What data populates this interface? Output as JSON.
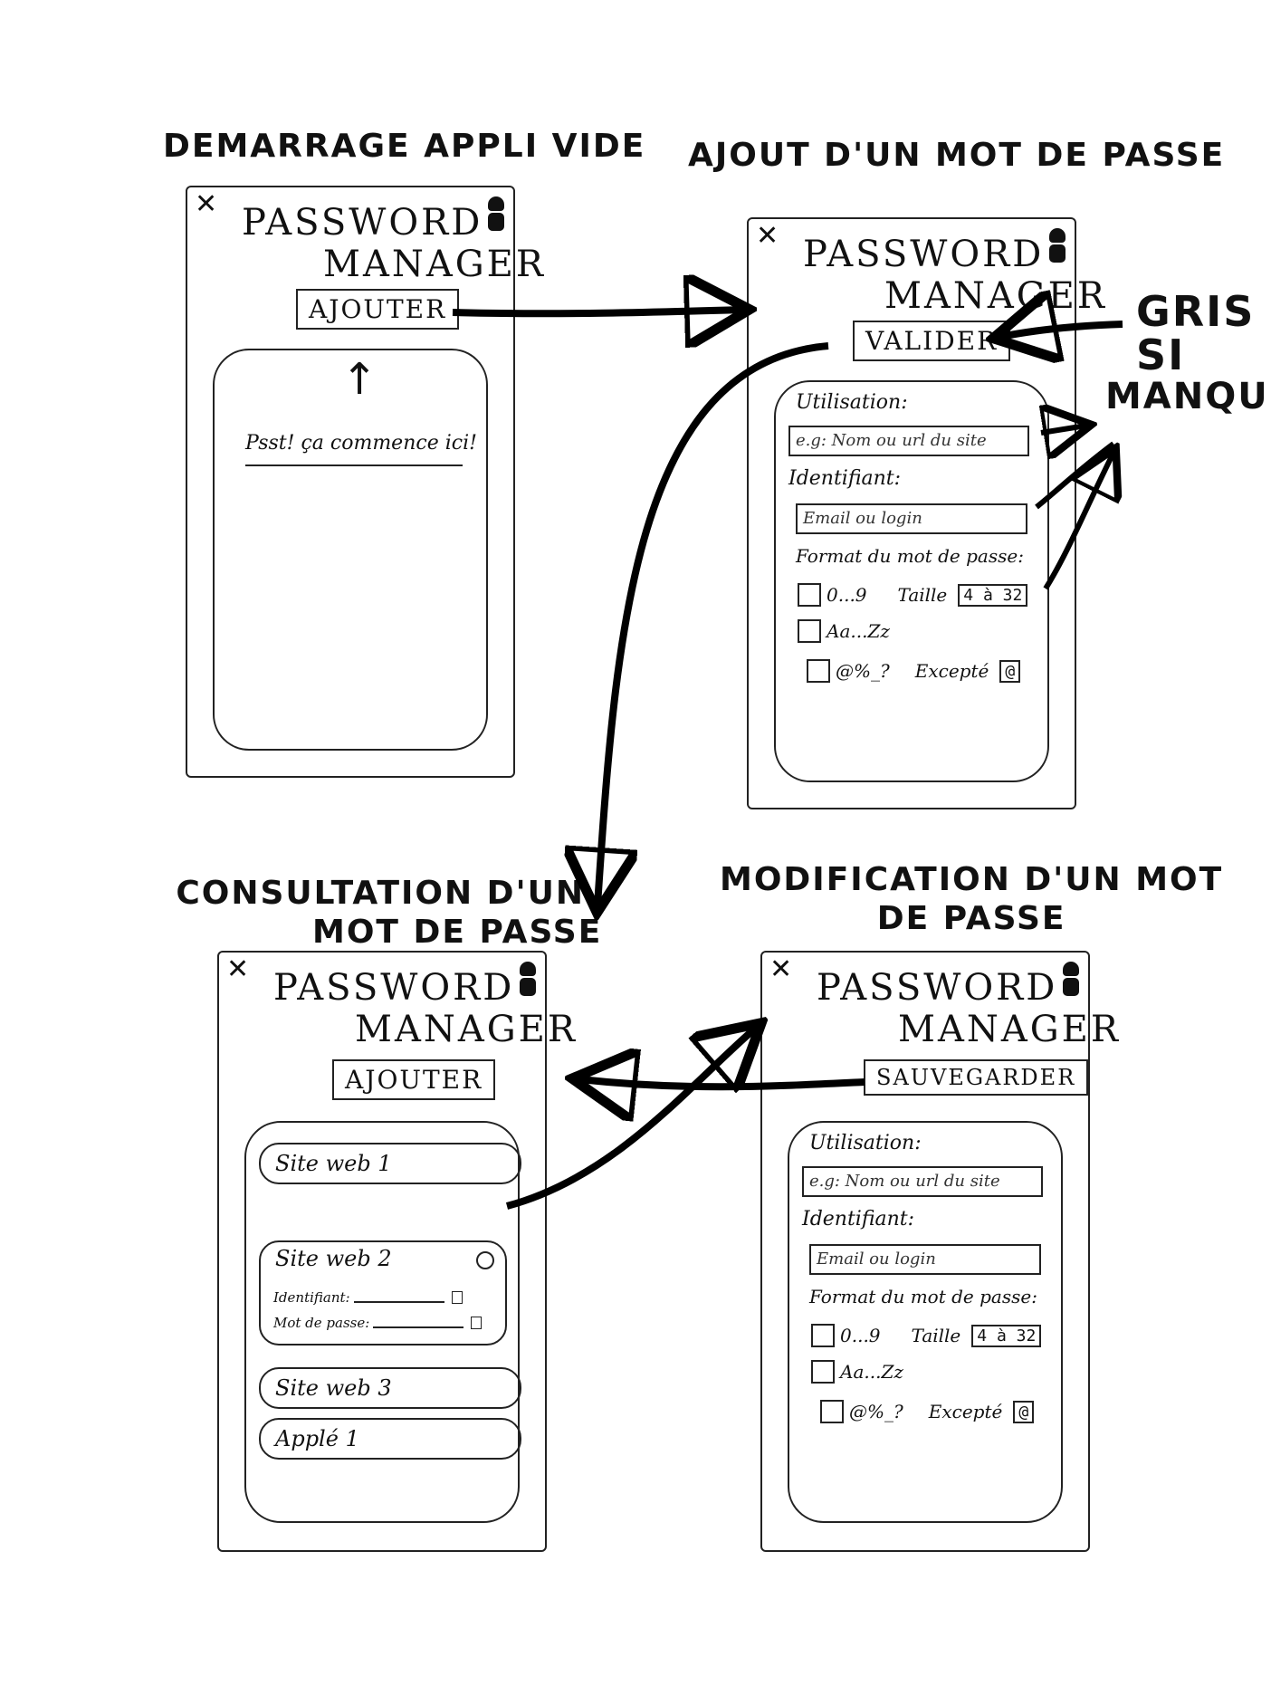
{
  "scenes": {
    "empty": {
      "title": "DEMARRAGE APPLI VIDE"
    },
    "add": {
      "title": "AJOUT D'UN MOT DE PASSE"
    },
    "consult": {
      "title_line1": "CONSULTATION D'UN",
      "title_line2": "MOT DE PASSE"
    },
    "edit": {
      "title_line1": "MODIFICATION D'UN MOT",
      "title_line2": "DE PASSE"
    }
  },
  "app": {
    "title_line1": "PASSWORD",
    "title_line2": "MANAGER"
  },
  "buttons": {
    "add": "AJOUTER",
    "validate": "VALIDER",
    "save": "SAUVEGARDER"
  },
  "empty_hint": "Psst! ça commence ici!",
  "form": {
    "usage_label": "Utilisation:",
    "usage_placeholder": "e.g: Nom ou url du site",
    "login_label": "Identifiant:",
    "login_placeholder": "Email ou login",
    "format_label": "Format du mot de passe:",
    "digits": "0...9",
    "letters": "Aa...Zz",
    "symbols": "@%_?",
    "size_label": "Taille",
    "size_value": "4 à 32",
    "except_label": "Excepté",
    "except_value": "@"
  },
  "list": {
    "items": [
      "Site web 1",
      "Site web 2",
      "Site web 3",
      "Applé 1"
    ],
    "detail_login_label": "Identifiant:",
    "detail_password_label": "Mot de passe:"
  },
  "annotation": {
    "line1": "GRIS",
    "line2": "SI",
    "line3": "MANQUE"
  }
}
